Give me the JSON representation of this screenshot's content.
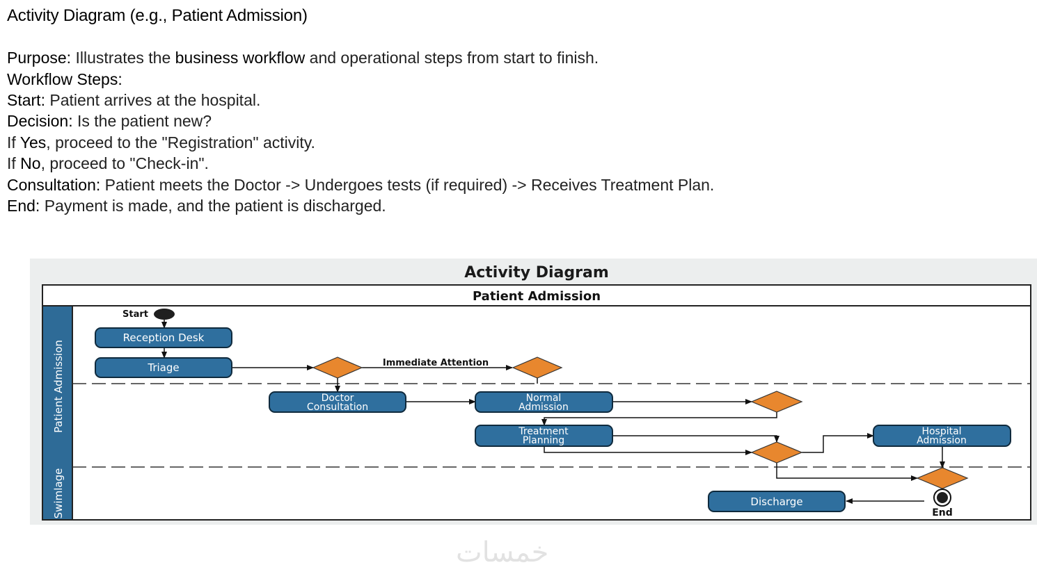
{
  "slide": {
    "title": "Activity Diagram (e.g., Patient Admission)",
    "purpose_label": "Purpose:",
    "purpose_pre": "Illustrates the",
    "purpose_em": "business workflow",
    "purpose_post": "and operational steps from start to finish.",
    "workflow_label": "Workflow Steps:",
    "start_label": "Start:",
    "start_text": "Patient arrives at the hospital.",
    "decision_label": "Decision:",
    "decision_text": "Is the patient new?",
    "if_yes_pre": "If",
    "if_yes_word": "Yes",
    "if_yes_post": ", proceed to the \"Registration\" activity.",
    "if_no_pre": "If",
    "if_no_word": "No",
    "if_no_post": ", proceed to \"Check-in\".",
    "consult_label": "Consultation:",
    "consult_text": "Patient meets the Doctor -> Undergoes tests (if required) -> Receives Treatment Plan.",
    "end_label": "End:",
    "end_text": "Payment is made, and the patient is discharged."
  },
  "diagram": {
    "title": "Activity Diagram",
    "subtitle": "Patient Admission",
    "lane_top": "Patient Admission",
    "lane_bottom": "Swimlage",
    "start_label": "Start",
    "end_label": "End",
    "reception": "Reception Desk",
    "triage": "Triage",
    "doctor_line1": "Doctor",
    "doctor_line2": "Consultation",
    "normal_line1": "Normal",
    "normal_line2": "Admission",
    "treatment_line1": "Treatment",
    "treatment_line2": "Planning",
    "hospital_line1": "Hospital",
    "hospital_line2": "Admission",
    "discharge": "Discharge",
    "immediate": "Immediate Attention"
  },
  "colors": {
    "action_fill": "#2f6f9e",
    "decision_fill": "#e8872e",
    "lane_fill": "#2e6b97",
    "node_dark": "#1f1f1f"
  },
  "watermark": "خمسات"
}
